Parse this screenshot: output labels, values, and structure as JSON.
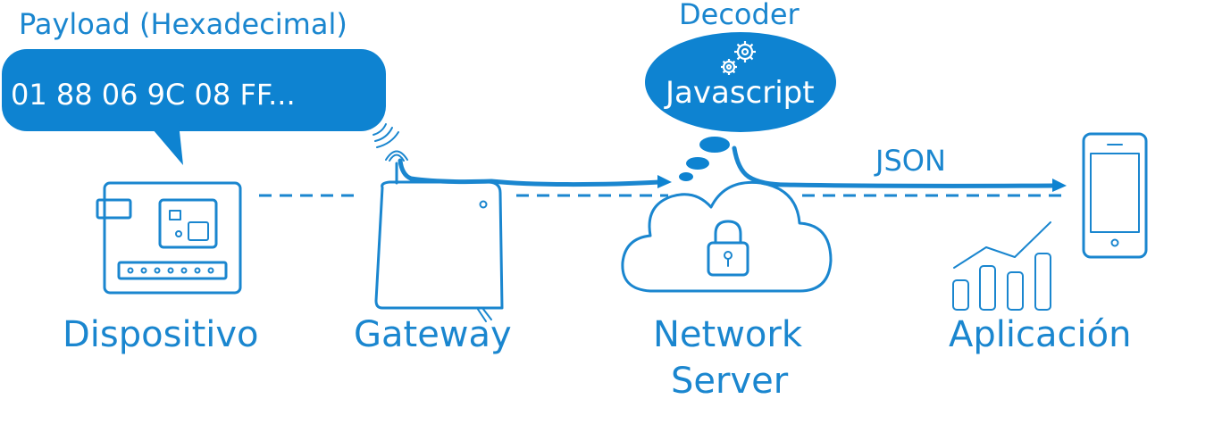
{
  "payload": {
    "title": "Payload (Hexadecimal)",
    "bytes_text": "01  88  06  9C  08  FF..."
  },
  "decoder": {
    "title": "Decoder",
    "language": "Javascript"
  },
  "json_label": "JSON",
  "nodes": {
    "device": "Dispositivo",
    "gateway": "Gateway",
    "network_server_line1": "Network",
    "network_server_line2": "Server",
    "application": "Aplicación"
  },
  "colors": {
    "accent": "#1a86cf",
    "bubble_fill": "#0e83d1",
    "text_on_bubble": "#ffffff"
  }
}
